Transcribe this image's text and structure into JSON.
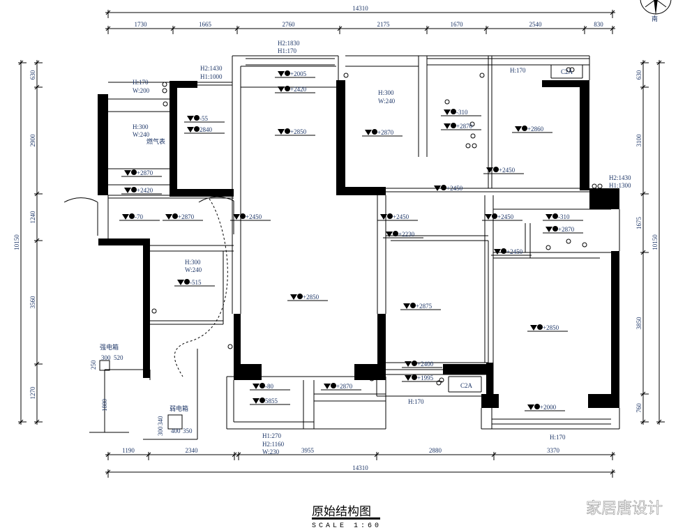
{
  "title": "原始结构图",
  "scale": "SCALE  1:60",
  "watermark": "家居唐设计",
  "compass_label": "南",
  "dimensions": {
    "top_total": "14310",
    "top_segments": [
      "1730",
      "1665",
      "2760",
      "2175",
      "1670",
      "2540",
      "830"
    ],
    "bottom_segments": [
      "1190",
      "2340",
      "3955",
      "2880",
      "3370"
    ],
    "bottom_total": "14310",
    "left_segments": [
      "630",
      "2900",
      "1240",
      "3560",
      "1270"
    ],
    "left_total": "10150",
    "right_segments": [
      "630",
      "3100",
      "1675",
      "3850",
      "760"
    ],
    "right_total": "10150"
  },
  "elevations": [
    "-55",
    "2840",
    "+2870",
    "+2420",
    "+2005",
    "+2420",
    "+2850",
    "+2870",
    "-310",
    "+2870",
    "+2860",
    "+2450",
    "+2450",
    "-70",
    "+2870",
    "+2450",
    "+2450",
    "+2230",
    "+2450",
    "-310",
    "+2870",
    "+2450",
    "-515",
    "+2850",
    "+2875",
    "+2850",
    "+2400",
    "+1995",
    "-80",
    "5855",
    "+2870",
    "+2000"
  ],
  "annotations": [
    "H2:1830",
    "H1:170",
    "H2:1430",
    "H1:1000",
    "H:170",
    "W:200",
    "H:300",
    "W:240",
    "燃气表",
    "H:300",
    "W:240",
    "H:170",
    "C2A",
    "H2:1430",
    "H1:1300",
    "H:300",
    "W:240",
    "强电箱",
    "300",
    "520",
    "250",
    "1880",
    "弱电箱",
    "340",
    "300",
    "400",
    "350",
    "H1:270",
    "H2:1160",
    "W:230",
    "H:170",
    "C2A",
    "H:170"
  ]
}
